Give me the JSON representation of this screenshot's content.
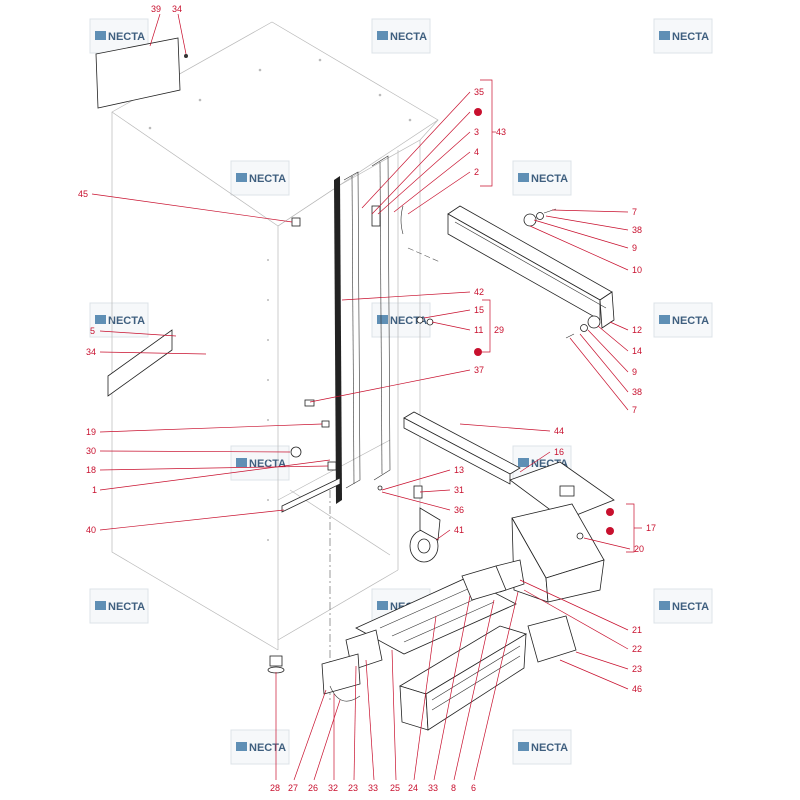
{
  "watermark": {
    "text": "NECTA",
    "color": "#3f5f7f",
    "accent": "#c8102e"
  },
  "callouts": {
    "c39": "39",
    "c34a": "34",
    "c45": "45",
    "c5": "5",
    "c34b": "34",
    "c19": "19",
    "c30": "30",
    "c18": "18",
    "c1": "1",
    "c40": "40",
    "c35": "35",
    "c3": "3",
    "c4": "4",
    "c2": "2",
    "c43": "43",
    "c7a": "7",
    "c38a": "38",
    "c9a": "9",
    "c10": "10",
    "c12": "12",
    "c14": "14",
    "c9b": "9",
    "c38b": "38",
    "c7b": "7",
    "c42": "42",
    "c15": "15",
    "c11": "11",
    "c29": "29",
    "c37": "37",
    "c44": "44",
    "c16": "16",
    "c13": "13",
    "c31": "31",
    "c36": "36",
    "c41": "41",
    "c17": "17",
    "c20": "20",
    "c21": "21",
    "c22": "22",
    "c23r": "23",
    "c46": "46",
    "b28": "28",
    "b27": "27",
    "b26": "26",
    "b32": "32",
    "b23": "23",
    "b33a": "33",
    "b25": "25",
    "b24": "24",
    "b33b": "33",
    "b8": "8",
    "b6": "6"
  }
}
